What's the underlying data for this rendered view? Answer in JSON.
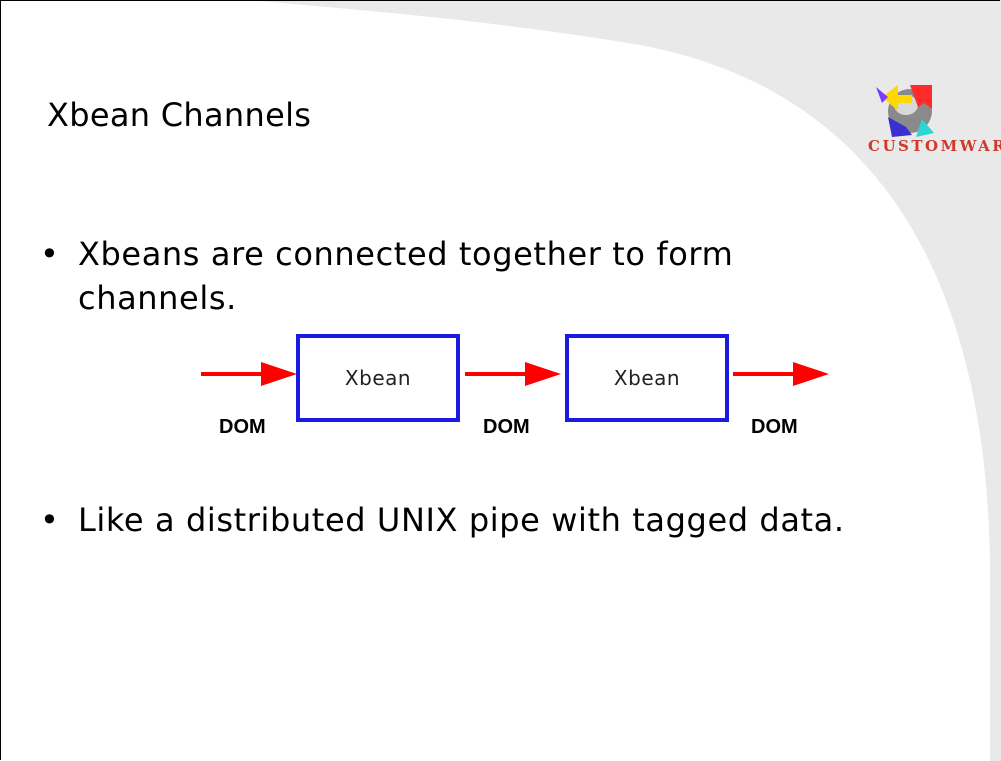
{
  "slide": {
    "title": "Xbean Channels",
    "logo": {
      "text": "CUSTOMWARE",
      "icon": "customware-logo-icon"
    },
    "bullets": [
      {
        "marker": "•",
        "text": "Xbeans are connected together to form channels."
      },
      {
        "marker": "•",
        "text": "Like a distributed UNIX pipe with tagged data."
      }
    ],
    "diagram": {
      "nodes": [
        "Xbean",
        "Xbean"
      ],
      "edge_labels": [
        "DOM",
        "DOM",
        "DOM"
      ]
    },
    "colors": {
      "box_border": "#1a1ae0",
      "arrow": "#ff0000",
      "background_swoosh": "#e9e9e9"
    }
  }
}
